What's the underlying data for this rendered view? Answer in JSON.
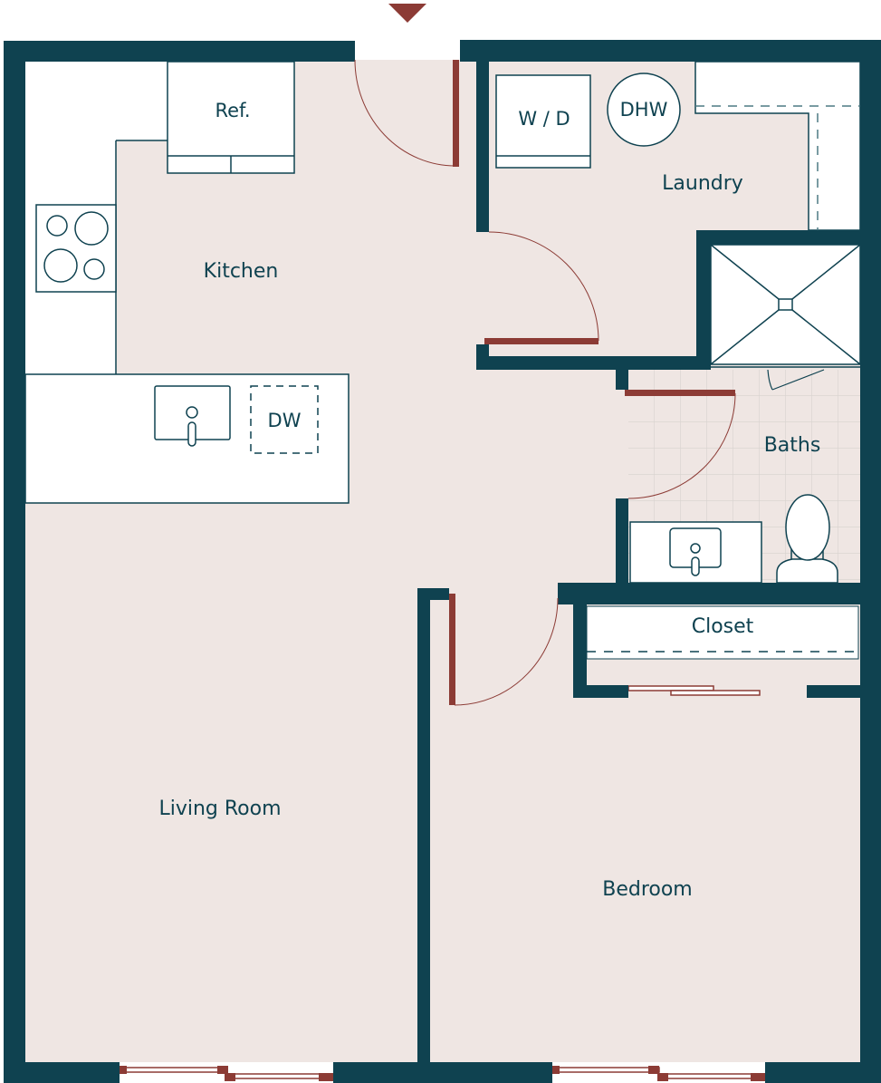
{
  "colors": {
    "wall": "#0f4250",
    "floor": "#efe6e3",
    "door": "#8c3b35",
    "fixture": "#ffffff"
  },
  "rooms": {
    "kitchen": "Kitchen",
    "laundry": "Laundry",
    "baths": "Baths",
    "closet": "Closet",
    "living_room": "Living Room",
    "bedroom": "Bedroom"
  },
  "fixtures": {
    "refrigerator": "Ref.",
    "washer_dryer": "W / D",
    "water_heater": "DHW",
    "dishwasher": "DW"
  },
  "entry_marker_icon": "triangle-down-icon"
}
